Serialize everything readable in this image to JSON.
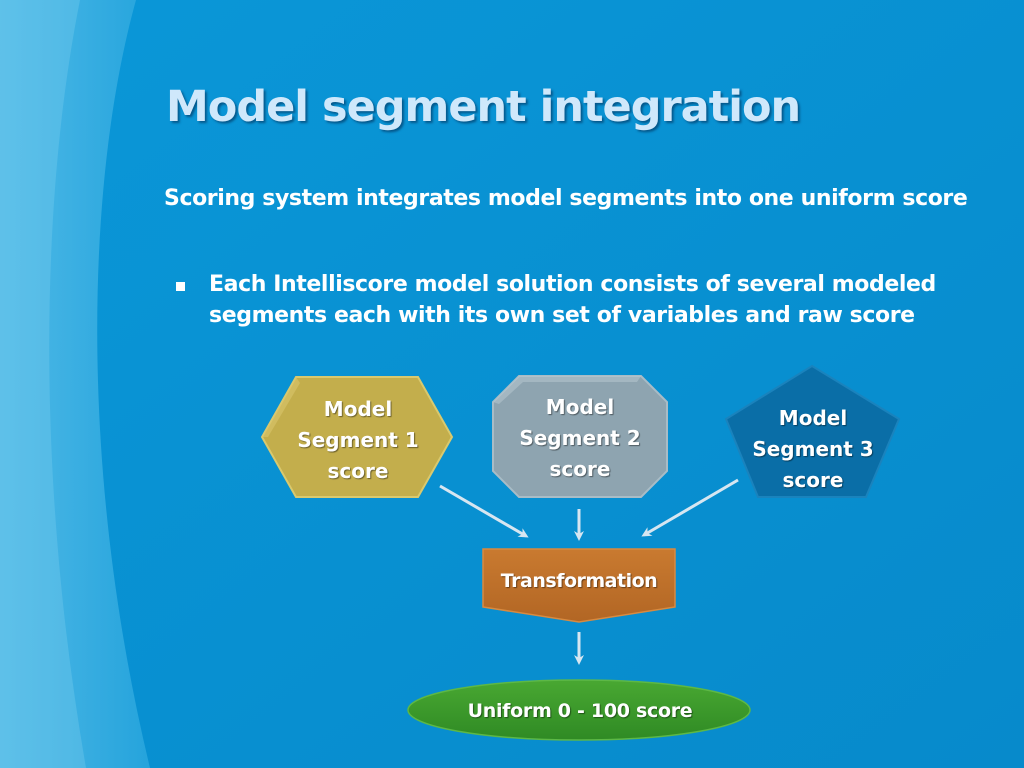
{
  "slide": {
    "title": "Model segment integration",
    "subtitle": "Scoring system integrates model segments into one uniform score",
    "bullet": "Each Intelliscore model solution consists of several modeled segments each with its own set of variables and raw score"
  },
  "diagram": {
    "nodes": [
      {
        "id": "seg1",
        "shape": "hexagon",
        "color": "#c6b250",
        "lines": [
          "Model",
          "Segment 1",
          "score"
        ]
      },
      {
        "id": "seg2",
        "shape": "octagon",
        "color": "#8fa6b2",
        "lines": [
          "Model",
          "Segment 2",
          "score"
        ]
      },
      {
        "id": "seg3",
        "shape": "pentagon",
        "color": "#0a6fa8",
        "lines": [
          "Model",
          "Segment 3",
          "score"
        ]
      },
      {
        "id": "transform",
        "shape": "pentagon-down",
        "color": "#c0722a",
        "lines": [
          "Transformation"
        ]
      },
      {
        "id": "uniform",
        "shape": "ellipse",
        "color": "#3c9a2c",
        "lines": [
          "Uniform 0 - 100 score"
        ]
      }
    ],
    "edges": [
      {
        "from": "seg1",
        "to": "transform"
      },
      {
        "from": "seg2",
        "to": "transform"
      },
      {
        "from": "seg3",
        "to": "transform"
      },
      {
        "from": "transform",
        "to": "uniform"
      }
    ]
  }
}
